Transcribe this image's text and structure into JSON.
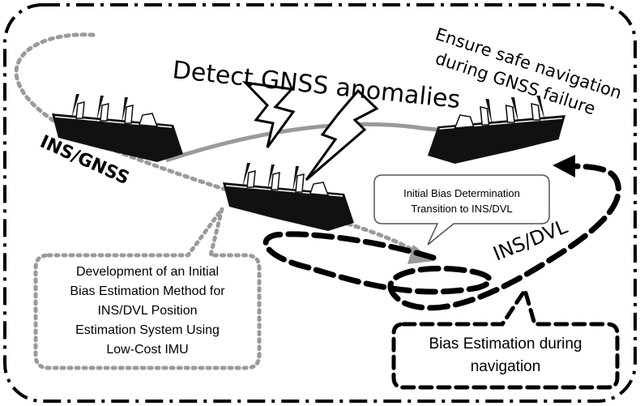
{
  "labels": {
    "detect": "Detect GNSS anomalies",
    "ensure": [
      "Ensure safe navigation",
      "during GNSS failure"
    ],
    "ins_gnss": "INS/GNSS",
    "ins_dvl": "INS/DVL",
    "initial_bias": [
      "Initial Bias Determination",
      "Transition to INS/DVL"
    ],
    "development": [
      "Development of an Initial",
      "Bias Estimation Method for",
      "INS/DVL Position",
      "Estimation System Using",
      "Low-Cost IMU"
    ],
    "bias_nav": [
      "Bias Estimation during",
      "navigation"
    ]
  },
  "colors": {
    "gray_path": "#9a9a9a",
    "black": "#000000",
    "callout_border": "#555555"
  },
  "icons": [
    "ship-icon",
    "lightning-icon"
  ]
}
